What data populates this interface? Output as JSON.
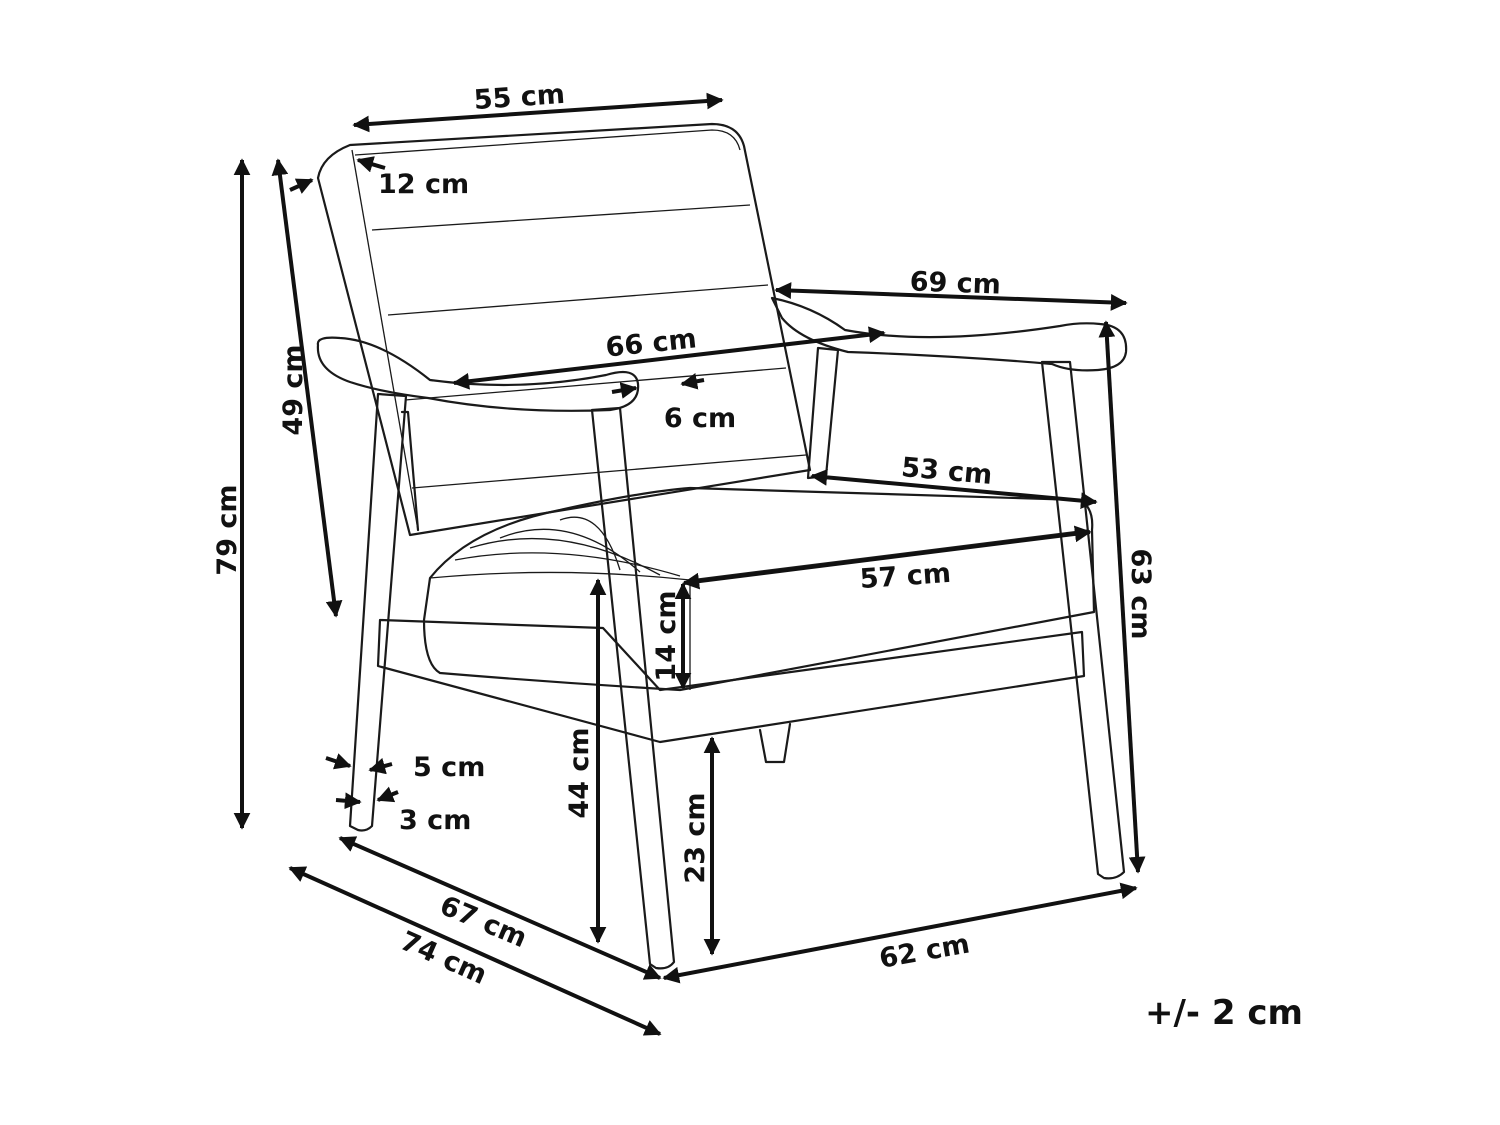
{
  "labels": {
    "back_width": "55 cm",
    "back_thickness": "12 cm",
    "backrest_height": "49 cm",
    "total_height": "79 cm",
    "arm_depth": "69 cm",
    "inner_width": "66 cm",
    "arm_width": "6 cm",
    "seat_depth": "53 cm",
    "seat_width": "57 cm",
    "seat_thickness": "14 cm",
    "seat_height": "44 cm",
    "arm_height": "63 cm",
    "leg_top": "5 cm",
    "leg_bottom": "3 cm",
    "clearance": "23 cm",
    "depth_inner": "67 cm",
    "depth_total": "74 cm",
    "width_total": "62 cm"
  },
  "tolerance": "+/- 2 cm"
}
